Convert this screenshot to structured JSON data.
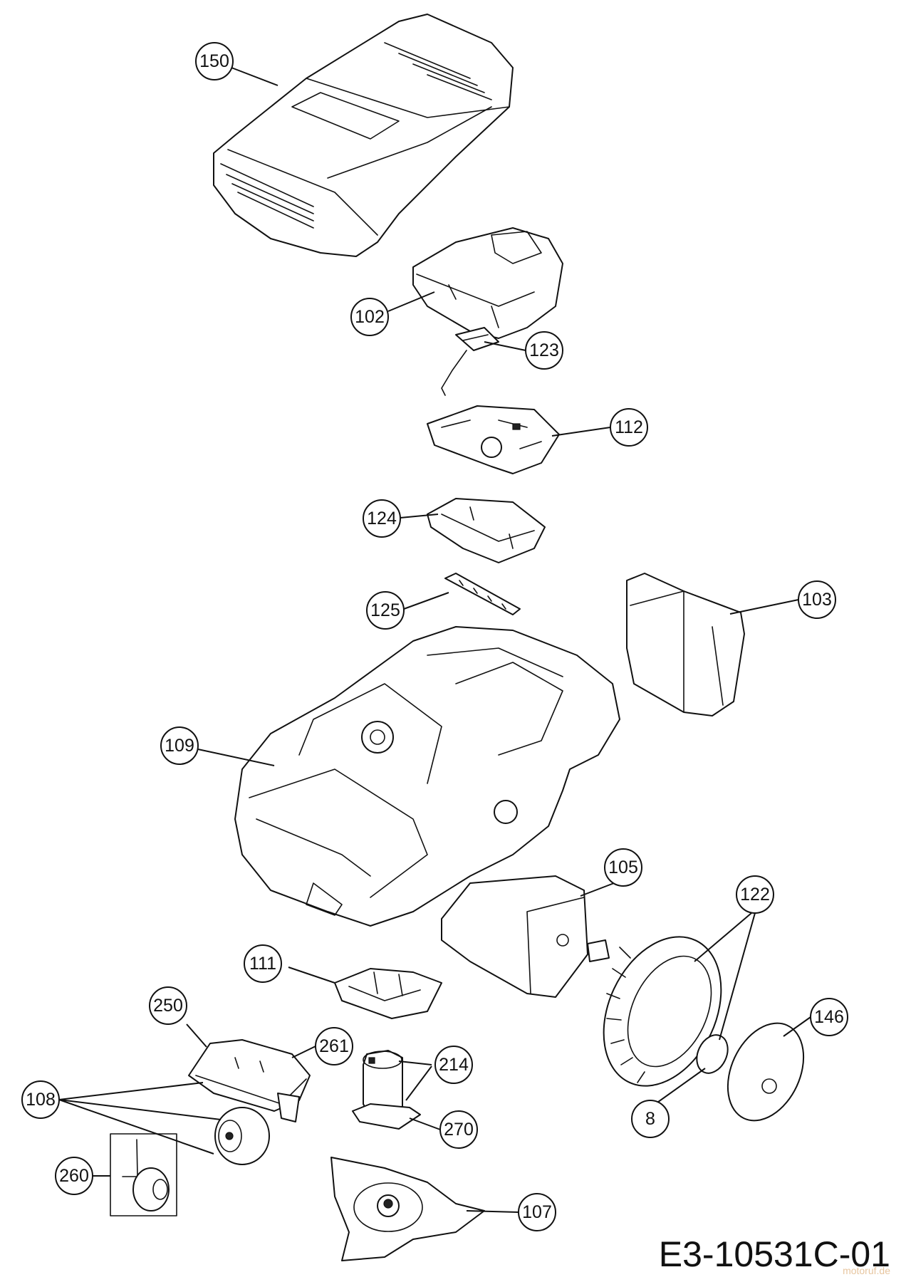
{
  "drawing_code": "E3-10531C-01",
  "watermark": "motoruf.de",
  "callouts": [
    {
      "id": "150"
    },
    {
      "id": "102"
    },
    {
      "id": "123"
    },
    {
      "id": "112"
    },
    {
      "id": "124"
    },
    {
      "id": "125"
    },
    {
      "id": "103"
    },
    {
      "id": "109"
    },
    {
      "id": "105"
    },
    {
      "id": "122"
    },
    {
      "id": "111"
    },
    {
      "id": "250"
    },
    {
      "id": "261"
    },
    {
      "id": "214"
    },
    {
      "id": "146"
    },
    {
      "id": "108"
    },
    {
      "id": "270"
    },
    {
      "id": "8"
    },
    {
      "id": "260"
    },
    {
      "id": "107"
    }
  ]
}
